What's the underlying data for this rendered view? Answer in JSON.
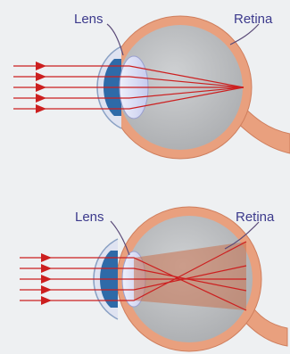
{
  "labels": {
    "top_lens": "Lens",
    "top_retina": "Retina",
    "bottom_lens": "Lens",
    "bottom_retina": "Retina"
  },
  "colors": {
    "background": "#eef0f2",
    "sclera": "#e9a07e",
    "sclera_edge": "#cf7e5d",
    "eye_interior": "#b9bbbd",
    "lens": "#d8dbf3",
    "iris": "#2e6aa8",
    "ray": "#cc1f1f",
    "label": "#3c3a8c",
    "leader_line": "#5a4a78",
    "ray_fan_fill": "#c9714f"
  }
}
